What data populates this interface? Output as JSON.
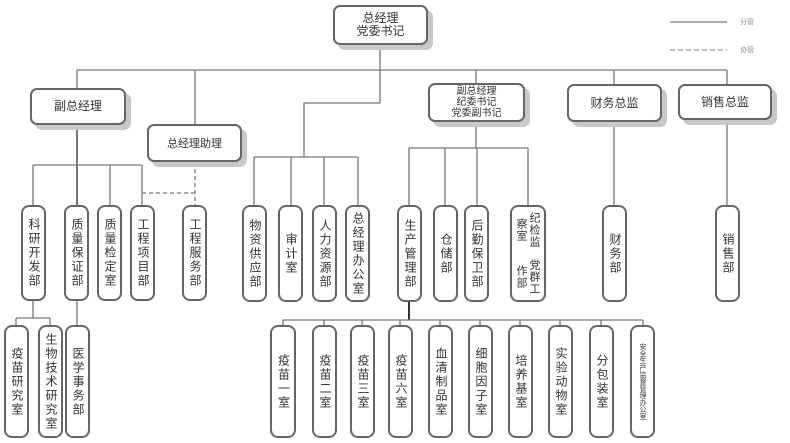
{
  "legend": {
    "solid_label": "分管",
    "dashed_label": "协管"
  },
  "top": {
    "gm": "总经理\n党委书记"
  },
  "level1": {
    "deputy_gm": "副总经理",
    "gm_assistant": "总经理助理",
    "deputy_gm_discipline": "副总经理\n纪委书记\n党委副书记",
    "cfo": "财务总监",
    "sales_director": "销售总监"
  },
  "level2": {
    "rnd": "科研开发部",
    "qa": "质量保证部",
    "qc": "质量检定室",
    "engineering_project": "工程项目部",
    "engineering_service": "工程服务部",
    "supply": "物资供应部",
    "audit": "审计室",
    "hr": "人力资源部",
    "gm_office": "总经理办公室",
    "production": "生产管理部",
    "warehouse": "仓储部",
    "logistics": "后勤保卫部",
    "party_work": "党群工作部",
    "discipline": "纪检监察室",
    "finance": "财务部",
    "sales": "销售部"
  },
  "level3": {
    "vaccine_research": "疫苗研究室",
    "biotech_research": "生物技术研究室",
    "medical_affairs": "医学事务部",
    "vaccine_1": "疫苗一室",
    "vaccine_2": "疫苗二室",
    "vaccine_3": "疫苗三室",
    "vaccine_6": "疫苗六室",
    "serum": "血清制品室",
    "cytokine": "细胞因子室",
    "medium": "培养基室",
    "animal": "实验动物室",
    "packaging": "分包装室",
    "safety": "安全生产监督管理办公室"
  }
}
